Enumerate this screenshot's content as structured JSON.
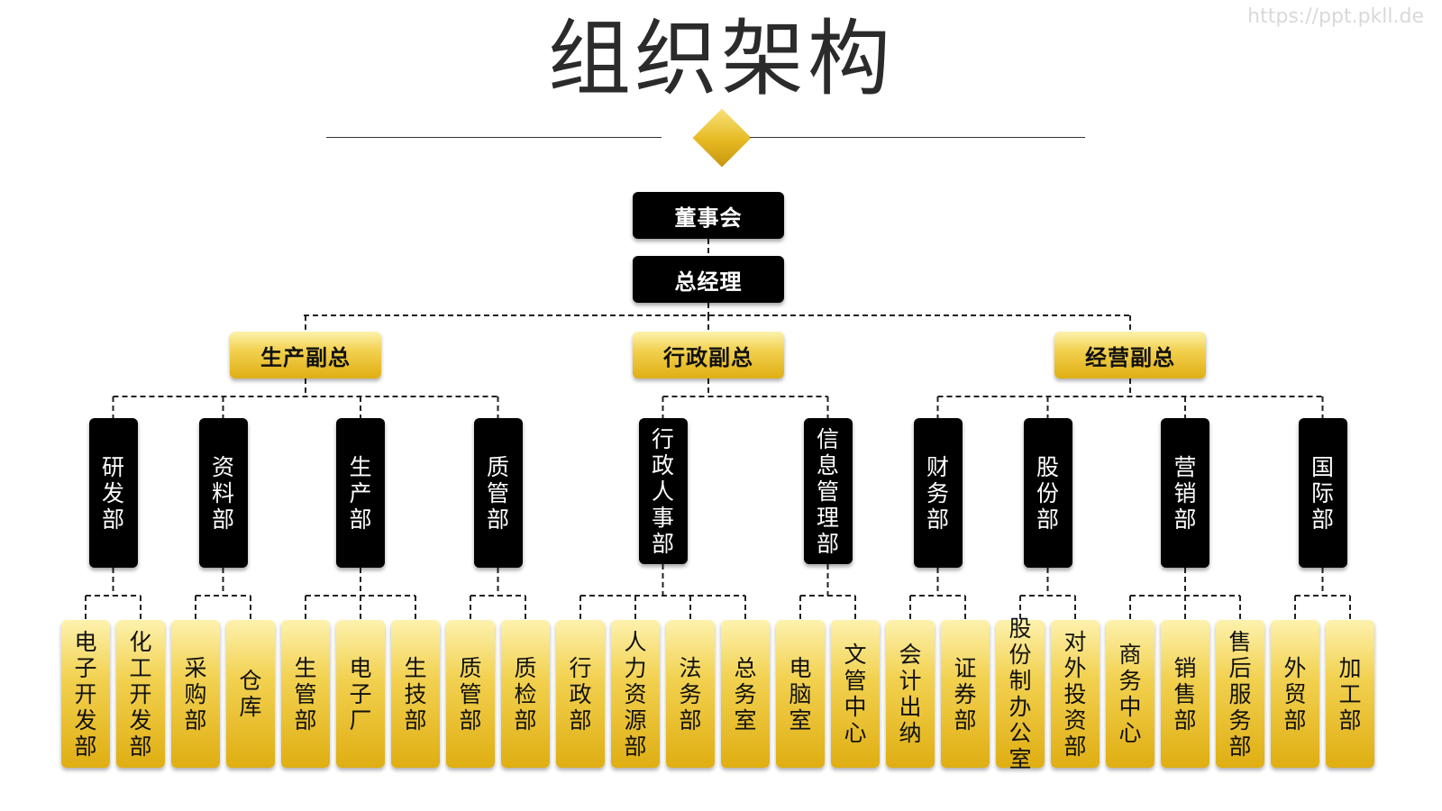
{
  "title": "组织架构",
  "watermark": "https://ppt.pkll.de",
  "board": "董事会",
  "gm": "总经理",
  "vps": [
    {
      "name": "生产副总",
      "departments": [
        {
          "name": "研发部",
          "subs": [
            "电子开发部",
            "化工开发部"
          ]
        },
        {
          "name": "资料部",
          "subs": [
            "采购部",
            "仓库"
          ]
        },
        {
          "name": "生产部",
          "subs": [
            "生管部",
            "电子厂",
            "生技部"
          ]
        },
        {
          "name": "质管部",
          "subs": [
            "质管部",
            "质检部"
          ]
        }
      ]
    },
    {
      "name": "行政副总",
      "departments": [
        {
          "name": "行政人事部",
          "subs": [
            "行政部",
            "人力资源部",
            "法务部",
            "总务室"
          ]
        },
        {
          "name": "信息管理部",
          "subs": [
            "电脑室",
            "文管中心"
          ]
        }
      ]
    },
    {
      "name": "经营副总",
      "departments": [
        {
          "name": "财务部",
          "subs": [
            "会计出纳",
            "证券部"
          ]
        },
        {
          "name": "股份部",
          "subs": [
            "股份制办公室",
            "对外投资部"
          ]
        },
        {
          "name": "营销部",
          "subs": [
            "商务中心",
            "销售部",
            "售后服务部"
          ]
        },
        {
          "name": "国际部",
          "subs": [
            "外贸部",
            "加工部"
          ]
        }
      ]
    }
  ],
  "colors": {
    "black_box": "#000000",
    "gold_light": "#fdf2ae",
    "gold_dark": "#dfae12",
    "connector": "#222222"
  }
}
